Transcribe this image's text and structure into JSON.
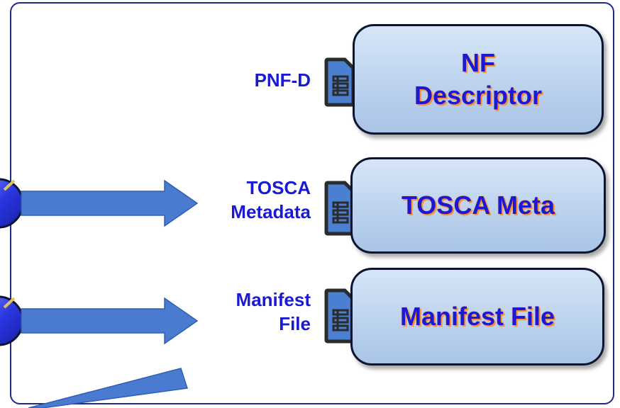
{
  "colors": {
    "label_text": "#1a1ad6",
    "box_title_text": "#1a1ad6",
    "box_title_glow": "#ff8a2a",
    "box_fill": "#bcd3ee",
    "box_border": "#0b1533",
    "arrow_fill": "#4a7bd1",
    "frame_border": "#1f2a8a"
  },
  "items": [
    {
      "label": "PNF-D",
      "box_title": "NF\nDescriptor",
      "icon": "document-list-icon"
    },
    {
      "label": "TOSCA\nMetadata",
      "box_title": "TOSCA Meta",
      "icon": "document-list-icon"
    },
    {
      "label": "Manifest\nFile",
      "box_title": "Manifest File",
      "icon": "document-list-icon"
    }
  ]
}
